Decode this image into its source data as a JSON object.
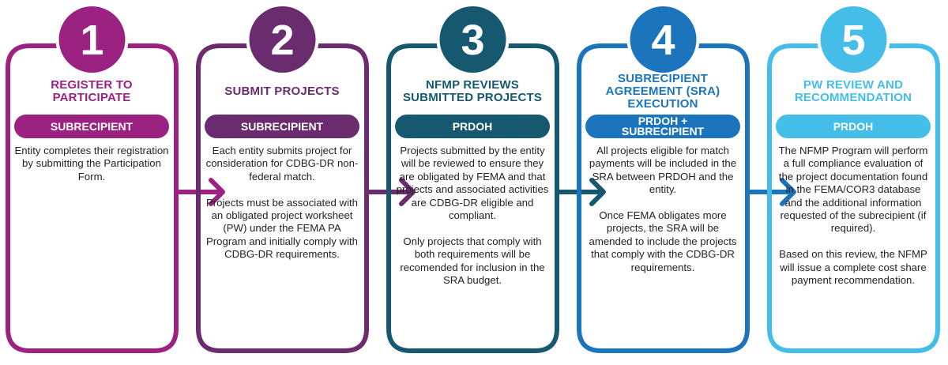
{
  "steps": [
    {
      "number": "1",
      "title": "REGISTER TO PARTICIPATE",
      "role": "SUBRECIPIENT",
      "color": "#9B2281",
      "paragraphs": [
        "Entity completes their registration by submitting the Participation Form."
      ]
    },
    {
      "number": "2",
      "title": "SUBMIT PROJECTS",
      "role": "SUBRECIPIENT",
      "color": "#6A2C6E",
      "paragraphs": [
        "Each entity submits project for consideration for CDBG-DR non-federal match.",
        "Projects must be associated with an obligated project worksheet (PW) under the FEMA PA Program and initially comply with CDBG-DR requirements."
      ]
    },
    {
      "number": "3",
      "title": "NFMP REVIEWS SUBMITTED PROJECTS",
      "role": "PRDOH",
      "color": "#165870",
      "paragraphs": [
        "Projects submitted by the entity will be reviewed to ensure they are obligated by FEMA and that projects and associated activities are CDBG-DR eligible and compliant.",
        "Only projects that comply with both requirements will be recomended for inclusion in the SRA budget."
      ]
    },
    {
      "number": "4",
      "title": "SUBRECIPIENT AGREEMENT (SRA) EXECUTION",
      "role": "PRDOH + SUBRECIPIENT",
      "color": "#1C75BC",
      "paragraphs": [
        "All projects eligible for match payments will be included in the SRA between PRDOH and the entity.",
        "Once FEMA obligates more projects, the SRA will be amended to include the projects that comply with the CDBG-DR requirements."
      ]
    },
    {
      "number": "5",
      "title": "PW REVIEW AND RECOMMENDATION",
      "role": "PRDOH",
      "color": "#44BDE9",
      "paragraphs": [
        "The NFMP Program will perform a full compliance evaluation of the project documentation found in the FEMA/COR3 database and the additional information requested of the subrecipient (if required).",
        "Based on this review, the NFMP will issue a complete cost share payment recommendation."
      ]
    }
  ]
}
